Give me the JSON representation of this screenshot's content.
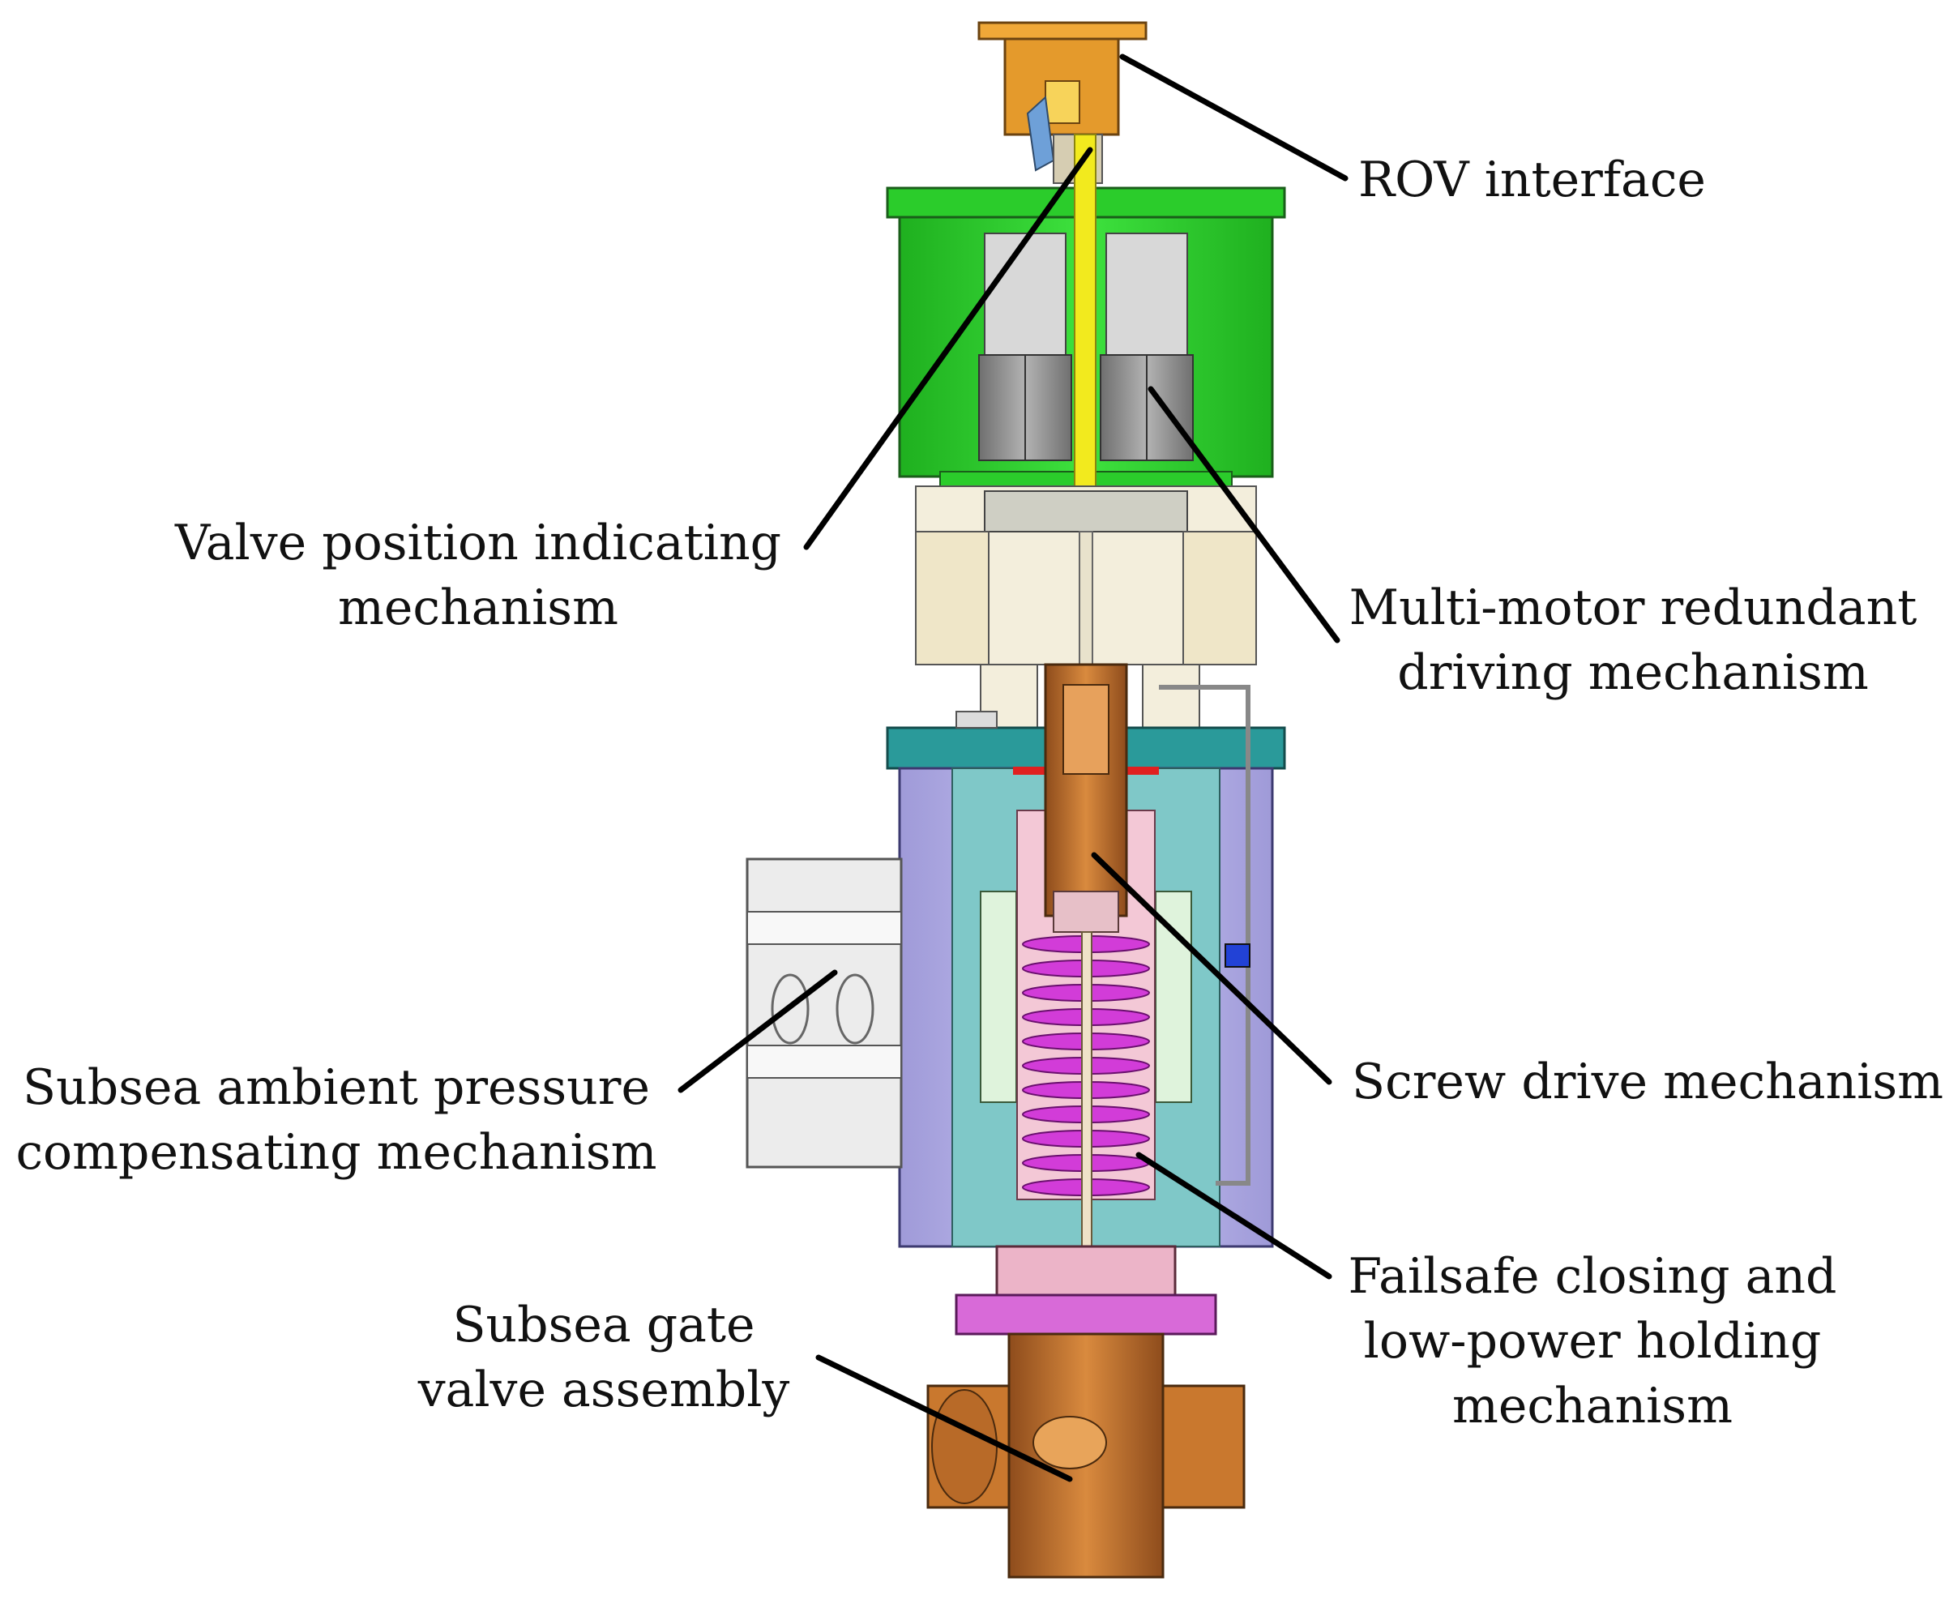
{
  "labels": {
    "rov_interface": "ROV interface",
    "valve_position": [
      "Valve position indicating",
      "mechanism"
    ],
    "multi_motor": [
      "Multi-motor redundant",
      "driving mechanism"
    ],
    "screw_drive": "Screw drive mechanism",
    "subsea_ambient": [
      "Subsea ambient pressure",
      "compensating mechanism"
    ],
    "failsafe": [
      "Failsafe closing and",
      "low-power holding",
      "mechanism"
    ],
    "gate_valve": [
      "Subsea gate",
      "valve assembly"
    ]
  },
  "colors": {
    "rov_orange": "#E49A2C",
    "motor_housing_green": "#2FD62F",
    "motor_grey": "#9A9A9A",
    "shaft_yellow": "#F2EA1E",
    "gear_light": "#E6E0C8",
    "support_cream": "#F3EEDC",
    "flange_teal": "#2A9A9A",
    "housing_lavender": "#B8B4EE",
    "spring_magenta": "#D23CD8",
    "screw_copper": "#B36A2E",
    "valve_copper": "#C9782E",
    "compensator_grey": "#E6E6E6",
    "leader_line": "#000000"
  }
}
